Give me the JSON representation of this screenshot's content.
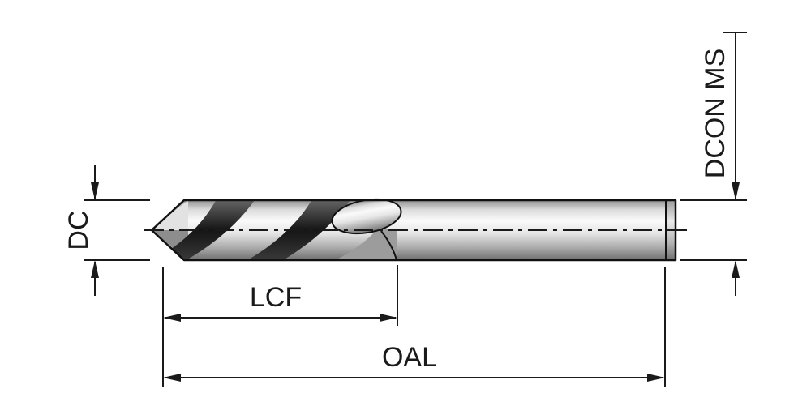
{
  "figure": {
    "labels": {
      "dc": "DC",
      "dcon_ms": "DCON MS",
      "lcf": "LCF",
      "oal": "OAL"
    },
    "colors": {
      "line": "#1a1a1a",
      "background": "#ffffff",
      "metal_light": "#fafafa",
      "metal_mid": "#c9c9c9",
      "metal_dark": "#6f6f6f",
      "flute_dark": "#151515"
    }
  }
}
